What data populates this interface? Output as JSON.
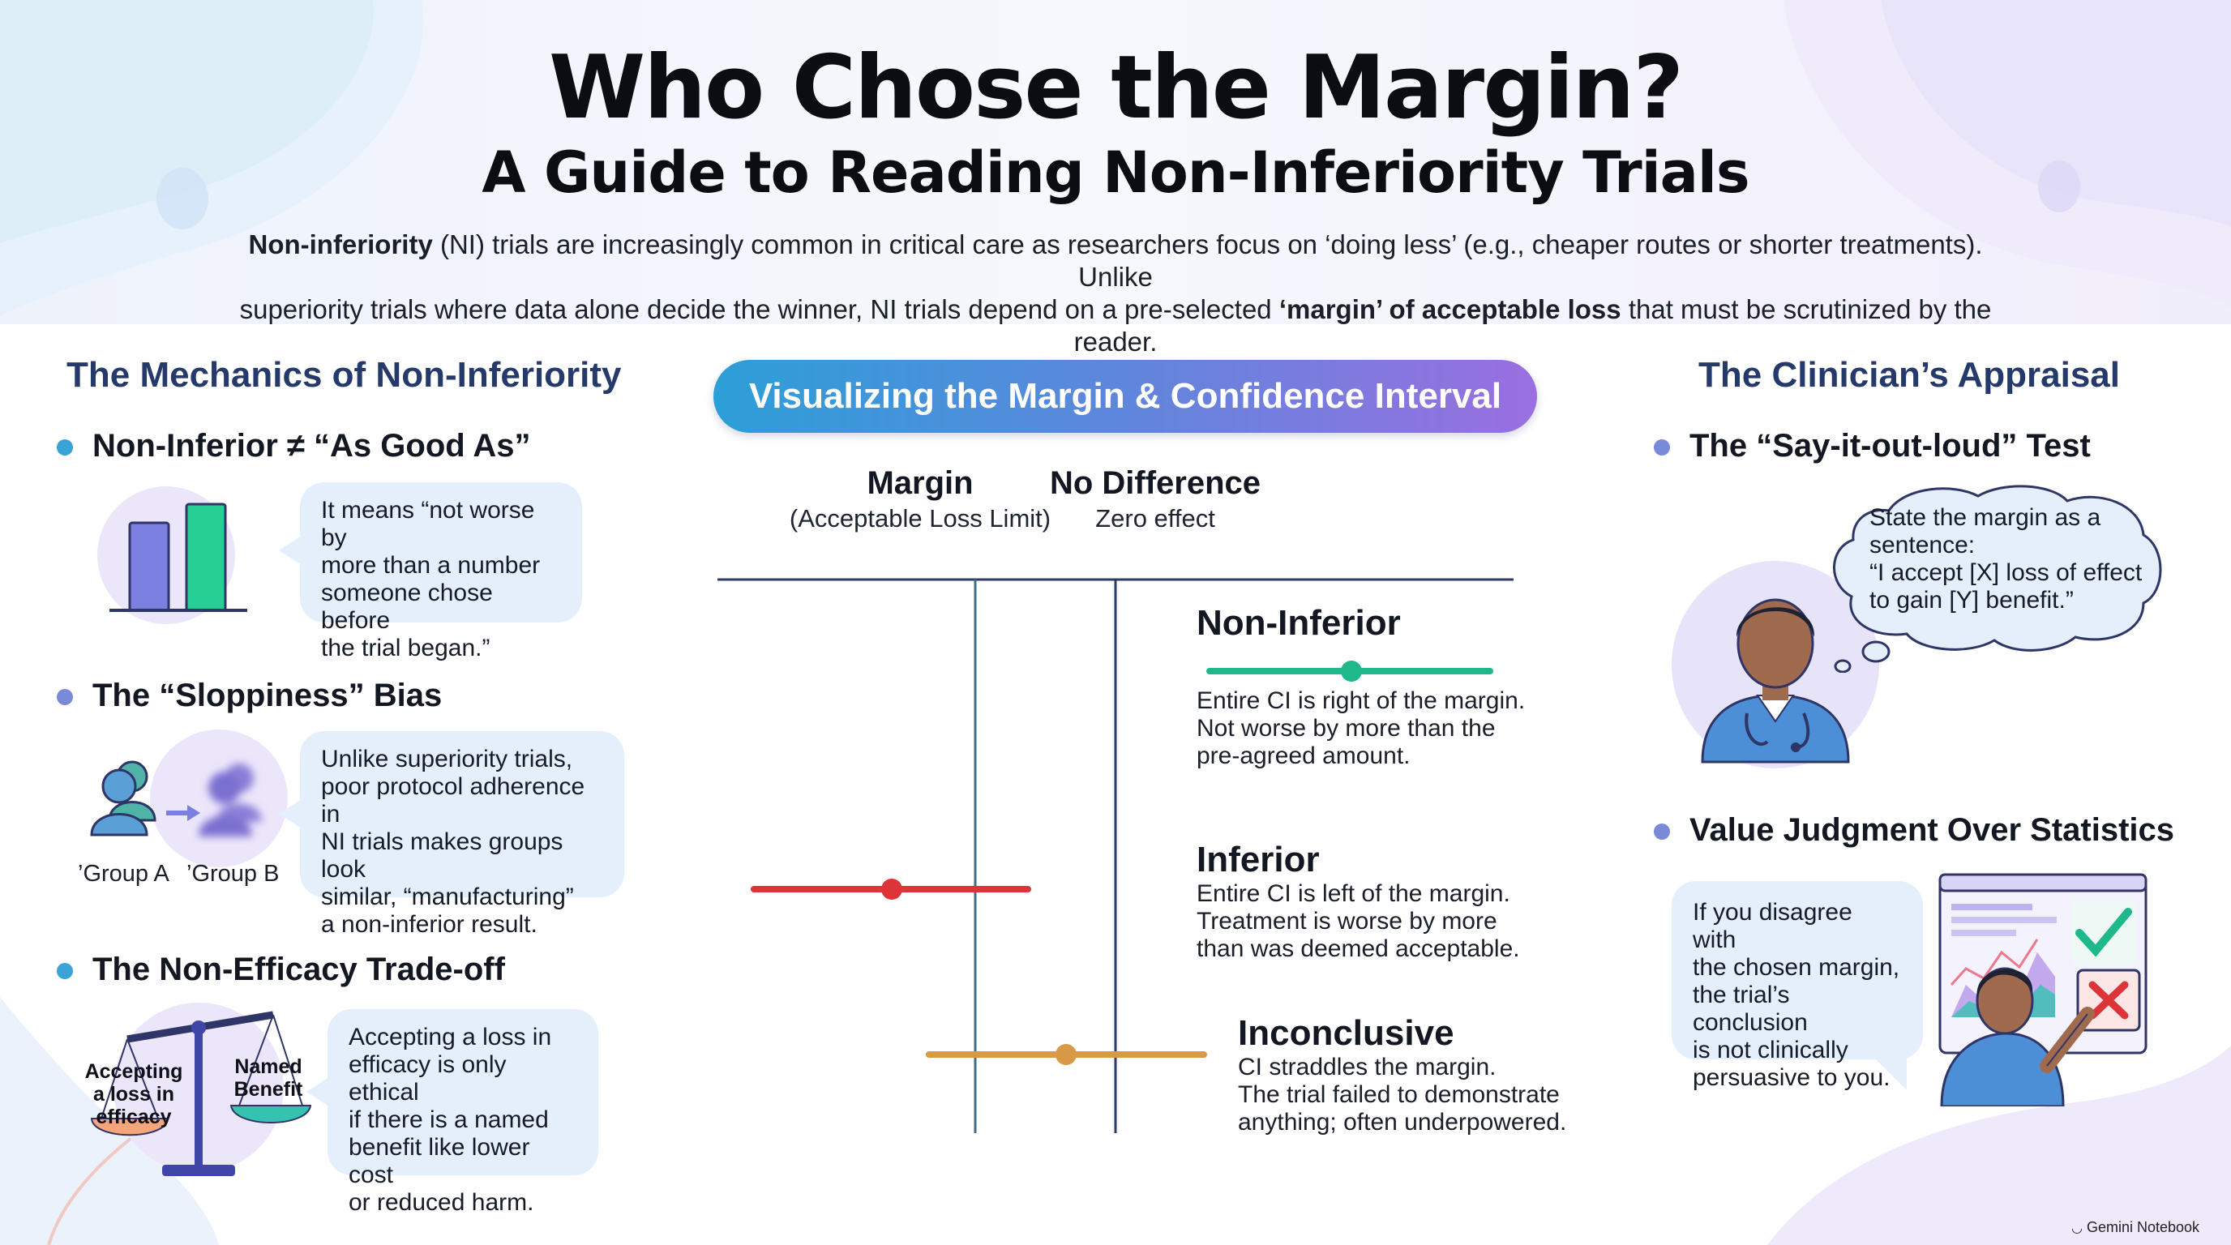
{
  "header": {
    "title": "Who Chose the Margin?",
    "subtitle": "A Guide to Reading Non-Inferiority Trials",
    "intro": {
      "p1_bold": "Non-inferiority",
      "p1": " (NI) trials are increasingly common in critical care as researchers focus on ‘doing less’ (e.g., cheaper routes or shorter treatments). Unlike",
      "p2": "superiority trials where data alone decide the winner, NI trials depend on a pre-selected ",
      "p2_bold": "‘margin’ of acceptable loss",
      "p2_end": " that must be scrutinized by the reader."
    }
  },
  "left": {
    "heading": "The Mechanics of Non-Inferiority",
    "items": [
      {
        "title": "Non-Inferior ≠ “As Good As”",
        "lines": [
          "It means “not worse by",
          "more than a number",
          "someone chose before",
          "the trial began.”"
        ]
      },
      {
        "title": "The “Sloppiness” Bias",
        "lines": [
          "Unlike superiority trials,",
          "poor protocol adherence in",
          "NI trials makes groups look",
          "similar, “manufacturing”",
          "a non-inferior result."
        ],
        "group_a": "’Group A",
        "group_b": "’Group B"
      },
      {
        "title": "The Non-Efficacy Trade-off",
        "lines": [
          "Accepting a loss in",
          "efficacy is only ethical",
          "if there is a named",
          "benefit like lower cost",
          "or reduced harm."
        ],
        "scale_left": [
          "Accepting",
          "a loss in",
          "efficacy"
        ],
        "scale_right": [
          "Named",
          "Benefit"
        ]
      }
    ]
  },
  "center": {
    "pill": "Visualizing the Margin & Confidence Interval",
    "margin_label": "Margin",
    "margin_sub": "(Acceptable Loss Limit)",
    "nodiff_label": "No Difference",
    "nodiff_sub": "Zero effect",
    "results": [
      {
        "title": "Non-Inferior",
        "lines": [
          "Entire CI is right of the margin.",
          "Not worse by more than the",
          "pre-agreed amount."
        ],
        "color": "#1fb88a"
      },
      {
        "title": "Inferior",
        "lines": [
          "Entire CI is left of the margin.",
          "Treatment is worse by more",
          "than was deemed acceptable."
        ],
        "color": "#dc3438"
      },
      {
        "title": "Inconclusive",
        "lines": [
          "CI straddles the margin.",
          "The trial failed to demonstrate",
          "anything; often underpowered."
        ],
        "color": "#d99a48"
      }
    ]
  },
  "right": {
    "heading": "The Clinician’s Appraisal",
    "items": [
      {
        "title": "The “Say-it-out-loud” Test",
        "lines": [
          "State the margin as a",
          "sentence:",
          "“I accept [X] loss of effect",
          "to gain [Y] benefit.”"
        ]
      },
      {
        "title": "Value Judgment Over Statistics",
        "lines": [
          "If you disagree with",
          "the chosen margin,",
          "the trial’s conclusion",
          "is not clinically",
          "persuasive to you."
        ]
      }
    ]
  },
  "footer": {
    "brand": "Gemini Notebook"
  },
  "colors": {
    "heading_navy": "#253a6b",
    "bubble_fill": "#e4effb",
    "bar_purple": "#7b7fe0",
    "bar_green": "#27cf95",
    "ci_green": "#1fb88a",
    "ci_red": "#dc3438",
    "ci_orange": "#d99a48",
    "axis_navy": "#2b3c68",
    "margin_line": "#3f6f86"
  }
}
